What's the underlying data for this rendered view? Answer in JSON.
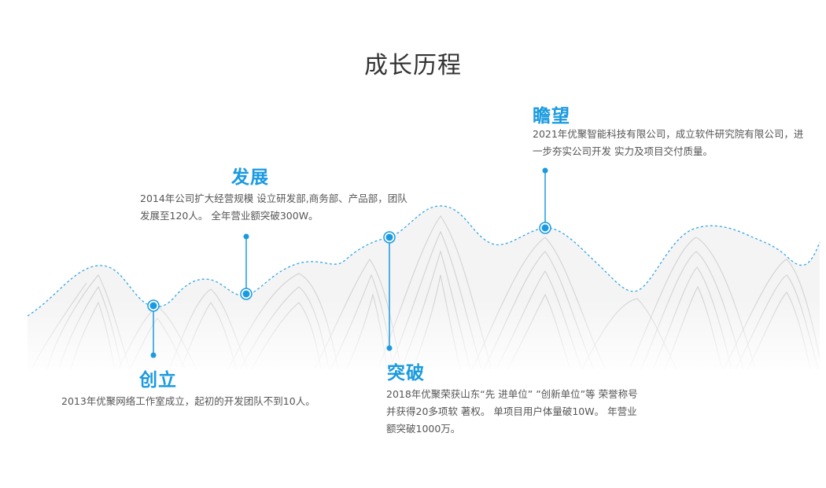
{
  "page": {
    "title": "成长历程"
  },
  "milestones": [
    {
      "title": "创立",
      "desc": "2013年优聚网络工作室成立，起初的开发团队不到10人。"
    },
    {
      "title": "发展",
      "desc": "2014年公司扩大经营规模 设立研发部,商务部、产品部，团队发展至120人。 全年营业额突破300W。"
    },
    {
      "title": "突破",
      "desc": "2018年优聚荣获山东“先 进单位” ”创新单位”等 荣誉称号并获得20多项软 著权。 单项目用户体量破10W。 年营业额突破1000万。"
    },
    {
      "title": "瞻望",
      "desc": "2021年优聚智能科技有限公司，成立软件研究院有限公司，进一步夯实公司开发 实力及项目交付质量。"
    }
  ],
  "colors": {
    "accent": "#1a9ae0",
    "title_text": "#333333",
    "body_text": "#555555",
    "mountain_line": "#c9c9c9",
    "mountain_fill": "#eeeeee"
  }
}
